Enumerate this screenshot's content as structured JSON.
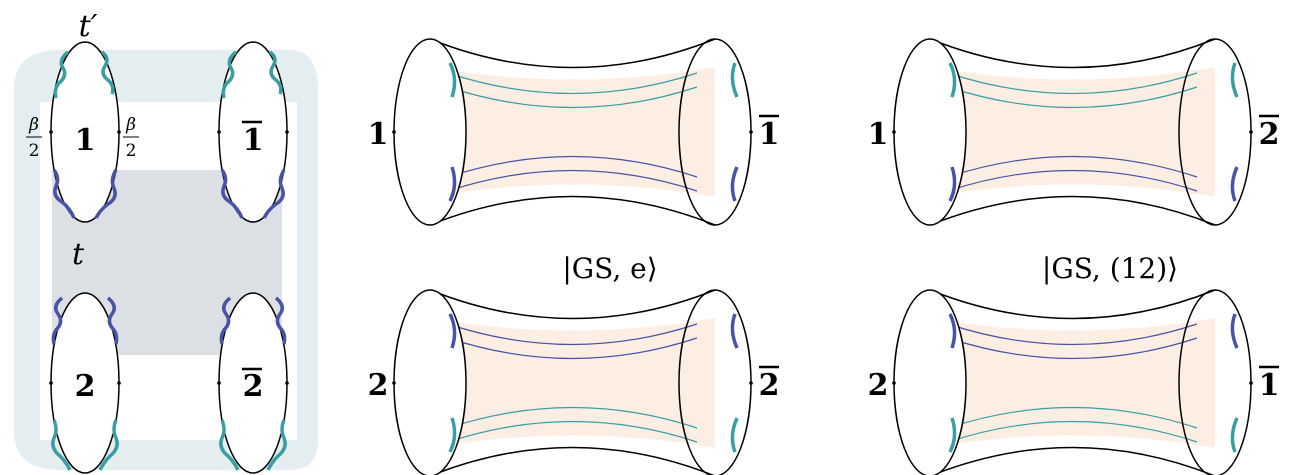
{
  "left_panel": {
    "time_top": "t′",
    "time_bottom": "t",
    "beta_half_num": "β",
    "beta_half_den": "2",
    "boundaries": [
      {
        "label": "1",
        "overline": false
      },
      {
        "label": "1",
        "overline": true
      },
      {
        "label": "2",
        "overline": false
      },
      {
        "label": "2",
        "overline": true
      }
    ]
  },
  "wormholes": [
    {
      "left_label": "1",
      "left_overline": false,
      "right_label": "1",
      "right_overline": true,
      "top_color": "teal"
    },
    {
      "left_label": "2",
      "left_overline": false,
      "right_label": "2",
      "right_overline": true,
      "top_color": "blue"
    },
    {
      "left_label": "1",
      "left_overline": false,
      "right_label": "2",
      "right_overline": true,
      "top_color": "teal"
    },
    {
      "left_label": "2",
      "left_overline": false,
      "right_label": "1",
      "right_overline": true,
      "top_color": "blue"
    }
  ],
  "state_labels": {
    "identity": "|GS, e⟩",
    "swap": "|GS, (12)⟩"
  },
  "colors": {
    "teal": "#3a9ea1",
    "blue": "#4a52a6",
    "band_bg": "#e4eef0",
    "middle_bg": "#dcdfe3",
    "wormhole_fill": "#fdeee4"
  }
}
